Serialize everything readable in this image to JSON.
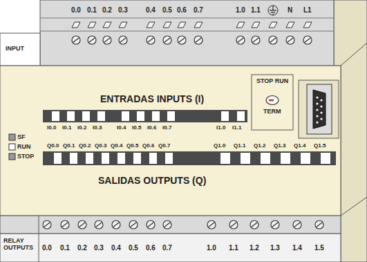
{
  "diagram": {
    "labels": [
      "0.0",
      "0.1",
      "0.2",
      "0.3",
      "0.4",
      "0.5",
      "0.6",
      "0.7",
      "1.0",
      "1.1",
      "N",
      "L1",
      "INPUT",
      "ENTRADAS INPUTS (I)",
      "STOP RUN",
      "TERM",
      "I0.0",
      "I0.1",
      "I0.2",
      "I0.3",
      "I0.4",
      "I0.5",
      "I0.6",
      "I0.7",
      "I1.0",
      "I1.1",
      "SF",
      "RUN",
      "STOP",
      "Q0.0",
      "Q0.1",
      "Q0.2",
      "Q0.3",
      "Q0.4",
      "Q0.5",
      "Q0.6",
      "Q0.7",
      "Q1.0",
      "Q1.1",
      "Q1.2",
      "Q1.3",
      "Q1.4",
      "Q1.5",
      "SALIDAS OUTPUTS (Q)",
      "RELAY OUTPUTS",
      "0.0",
      "0.1",
      "0.2",
      "0.3",
      "0.4",
      "0.5",
      "0.6",
      "0.7",
      "1.0",
      "1.1",
      "1.2",
      "1.3",
      "1.4",
      "1.5"
    ]
  }
}
